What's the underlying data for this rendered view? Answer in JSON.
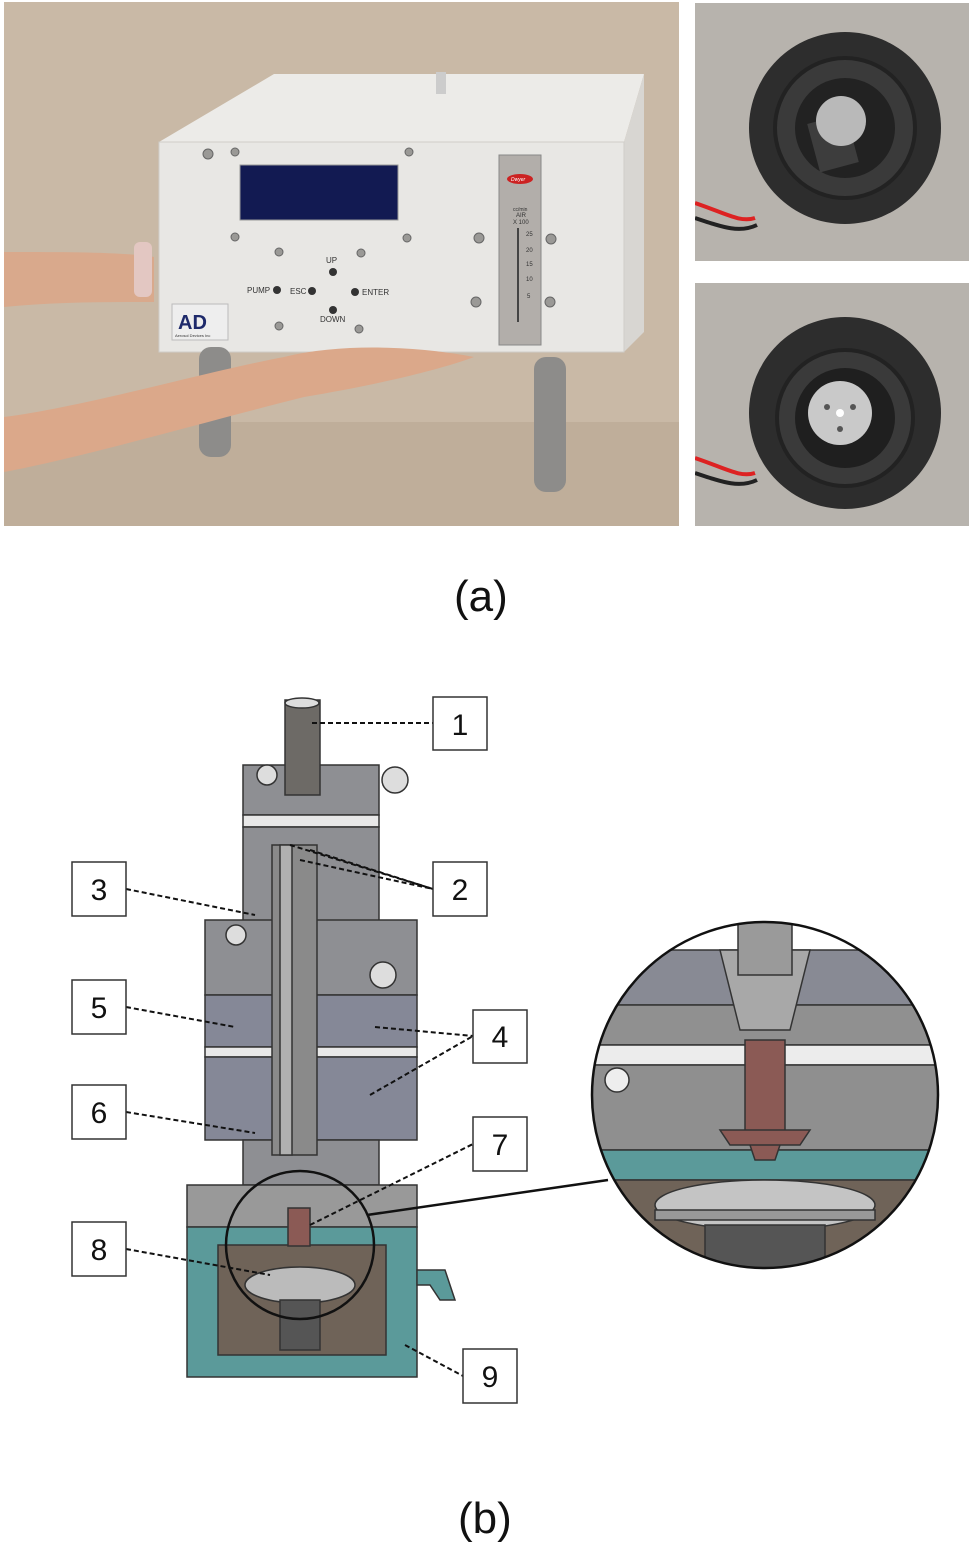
{
  "panel_a": {
    "caption": "(a)",
    "device": {
      "buttons": [
        "PUMP",
        "ESC",
        "UP",
        "ENTER",
        "DOWN"
      ],
      "logo_text": "Aerosol Devices Inc",
      "logo_letters": "AD",
      "flowmeter": {
        "brand": "Dwyer",
        "unit_line1": "cc/min",
        "unit_line2": "AIR",
        "unit_line3": "X 100",
        "scale": [
          "25",
          "20",
          "15",
          "10",
          "5"
        ]
      },
      "display_color": "#121a52"
    }
  },
  "panel_b": {
    "caption": "(b)",
    "labels": [
      "1",
      "2",
      "3",
      "4",
      "5",
      "6",
      "7",
      "8",
      "9"
    ]
  }
}
